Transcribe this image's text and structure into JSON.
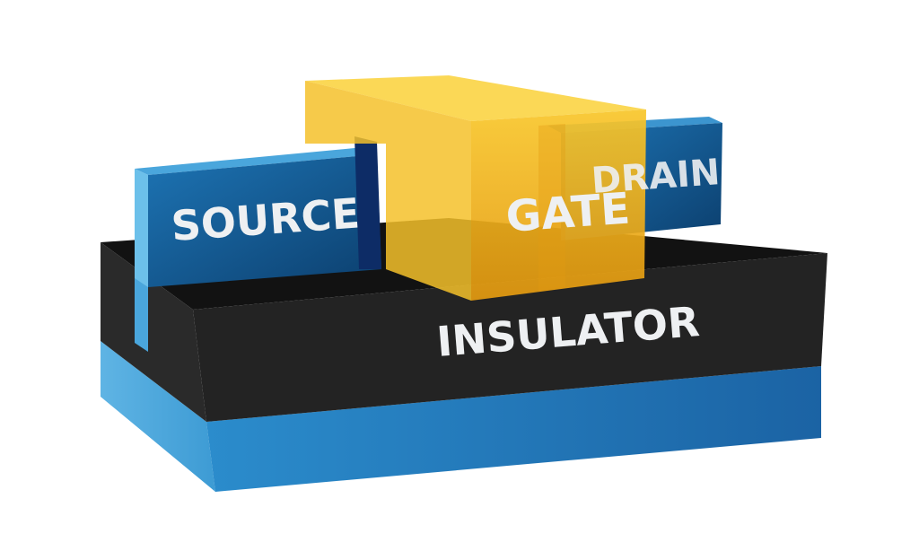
{
  "diagram": {
    "labels": {
      "source": "SOURCE",
      "gate": "GATE",
      "drain": "DRAIN",
      "insulator": "INSULATOR"
    },
    "colors": {
      "substrate": "#1f6fb0",
      "insulator": "#1c1c1c",
      "fin": "#155f98",
      "gate": "#f4b81c"
    }
  }
}
